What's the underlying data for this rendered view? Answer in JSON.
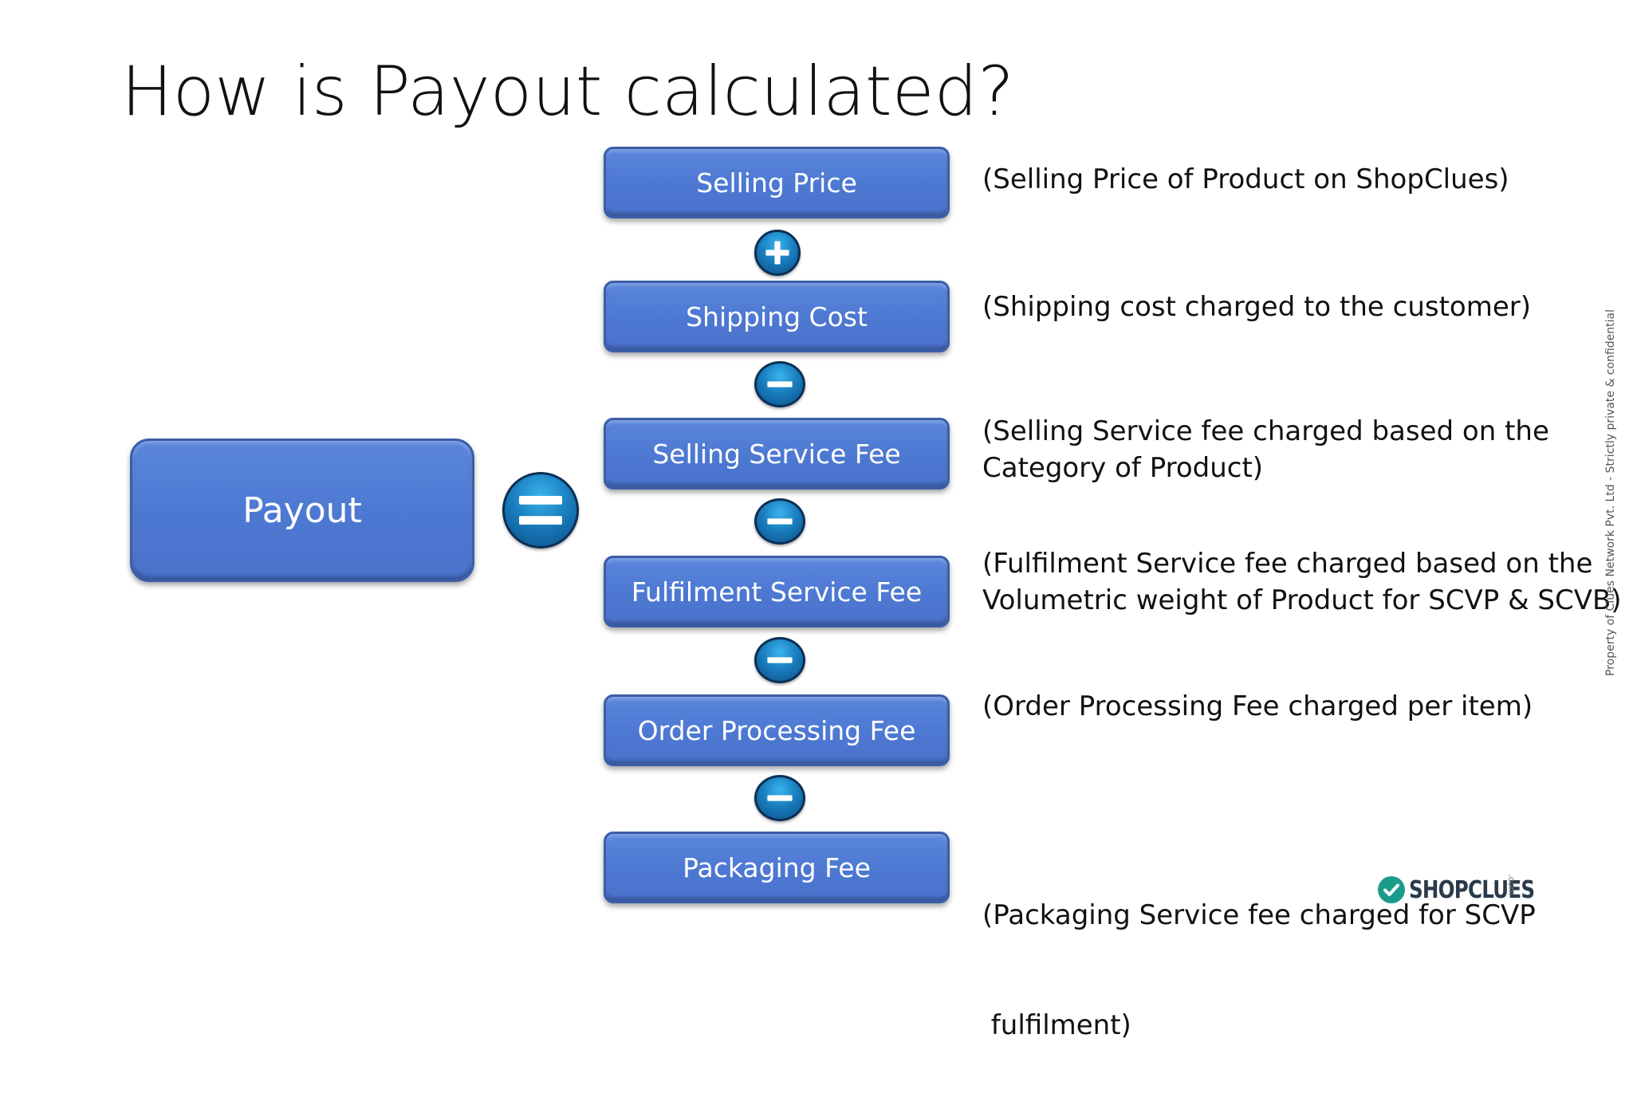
{
  "title": "How is Payout calculated?",
  "result": {
    "label": "Payout",
    "operator": "equals-icon"
  },
  "steps": [
    {
      "label": "Selling Price",
      "description": [
        "(Selling Price of Product on ShopClues)"
      ]
    },
    {
      "label": "Shipping Cost",
      "operator": "plus-icon",
      "description": [
        "(Shipping cost charged to the customer)"
      ]
    },
    {
      "label": "Selling Service Fee",
      "operator": "minus-icon",
      "description": [
        "(Selling Service fee charged based on the",
        "Category of Product)"
      ]
    },
    {
      "label": "Fulfilment Service Fee",
      "operator": "minus-icon",
      "description": [
        "(Fulfilment Service fee charged based on the",
        "Volumetric weight of Product for SCVP & SCVB)"
      ]
    },
    {
      "label": "Order Processing Fee",
      "operator": "minus-icon",
      "description": [
        "(Order Processing Fee charged per item)"
      ]
    },
    {
      "label": "Packaging Fee",
      "operator": "minus-icon",
      "description": [
        "(Packaging Service fee charged for SCVP",
        " fulfilment)"
      ]
    }
  ],
  "side_note": "Property of Clues Network Pvt. Ltd - Strictly private & confidential",
  "logo": {
    "text": "SHOPCLUES",
    "suffix": ".com",
    "icon": "checkmark-icon"
  },
  "colors": {
    "box_fill": "#4f7bd4",
    "box_border": "#3a5ea8",
    "operator_fill": "#1a7fc0",
    "logo_check": "#1a9c8c"
  }
}
